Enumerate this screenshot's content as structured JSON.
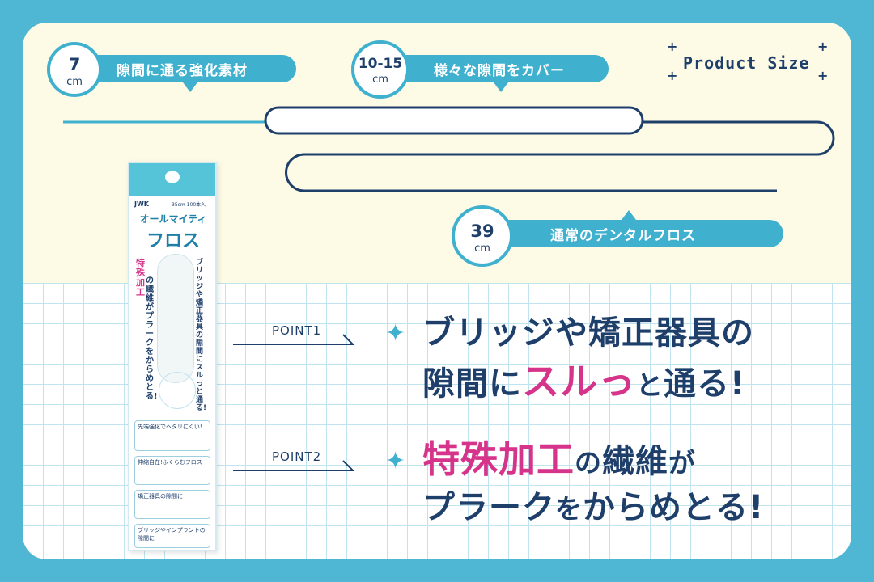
{
  "colors": {
    "frame_bg": "#4fb6d3",
    "accent": "#3fb0cd",
    "navy": "#1f3f6b",
    "pink": "#d6338a",
    "cream": "#fdfbe6"
  },
  "size_info": {
    "heading": "Product Size",
    "items": [
      {
        "value": "7",
        "unit": "cm",
        "label": "隙間に通る強化素材"
      },
      {
        "value": "10-15",
        "unit": "cm",
        "label": "様々な隙間をカバー"
      },
      {
        "value": "39",
        "unit": "cm",
        "label": "通常のデンタルフロス"
      }
    ]
  },
  "package": {
    "brand": "JWK",
    "size_text": "35cm 100本入",
    "name_line1": "オールマイティ",
    "name_line2": "フロス",
    "pink_text": "特殊加工",
    "side_text": "の繊維がプラークをからめとる!",
    "side_text2": "ブリッジや矯正器具の隙間にスルっと通る!",
    "box1": "先端強化でヘタリにくい!",
    "box2": "伸縮自在!ふくらむフロス",
    "box3": "矯正器具の隙間に",
    "box4": "ブリッジやインプラントの隙間に"
  },
  "points": [
    {
      "label": "POINT1",
      "line1": "ブリッジや矯正器具の",
      "line2_a": "隙間に",
      "line2_b": "スルっ",
      "line2_c": "と",
      "line2_d": "通る!"
    },
    {
      "label": "POINT2",
      "line1_a": "特殊加工",
      "line1_b": "の",
      "line1_c": "繊維",
      "line1_d": "が",
      "line2_a": "プラーク",
      "line2_b": "を",
      "line2_c": "からめとる!"
    }
  ]
}
